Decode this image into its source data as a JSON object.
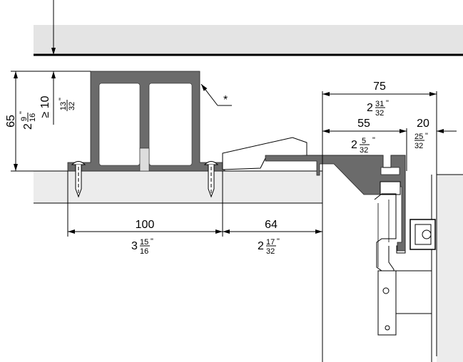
{
  "colors": {
    "profile": "#6b6b6b",
    "panel": "#ececec",
    "ceiling": "#e4e4e4"
  },
  "dimensions": {
    "height_profile": {
      "mm": "65",
      "in_whole": "2",
      "in_num": "9",
      "in_den": "16"
    },
    "ceiling_gap": {
      "mm": "≥ 10",
      "in_num": "13",
      "in_den": "32"
    },
    "screw_spacing": {
      "mm": "100",
      "in_whole": "3",
      "in_num": "15",
      "in_den": "16"
    },
    "to_edge": {
      "mm": "64",
      "in_whole": "2",
      "in_num": "17",
      "in_den": "32"
    },
    "total_width": {
      "mm": "75",
      "in_whole": "2",
      "in_num": "31",
      "in_den": "32"
    },
    "arm_width": {
      "mm": "55",
      "in_whole": "2",
      "in_num": "5",
      "in_den": "32"
    },
    "door_offset": {
      "mm": "20",
      "in_num": "25",
      "in_den": "32"
    }
  },
  "annotation": {
    "asterisk": "*"
  },
  "inch_mark": "\""
}
